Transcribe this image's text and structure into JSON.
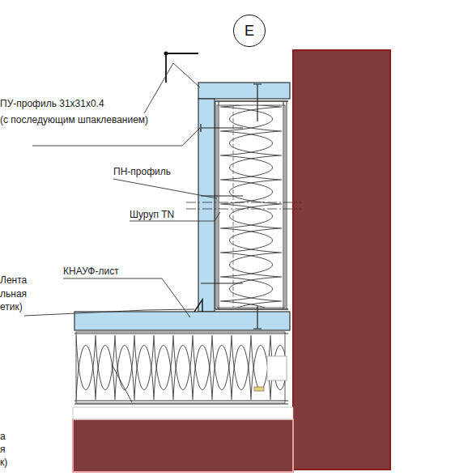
{
  "diagram": {
    "nodes": [
      {
        "text": [
          "E"
        ]
      }
    ],
    "labels": [
      "ПУ-профиль 31x31x0.4",
      "(с последующим шпаклеванием)",
      "ПН-профиль",
      "Шуруп TN",
      "Лента",
      "льная",
      "етик)",
      "КНАУФ-лист",
      "а",
      "я",
      "к)"
    ]
  }
}
